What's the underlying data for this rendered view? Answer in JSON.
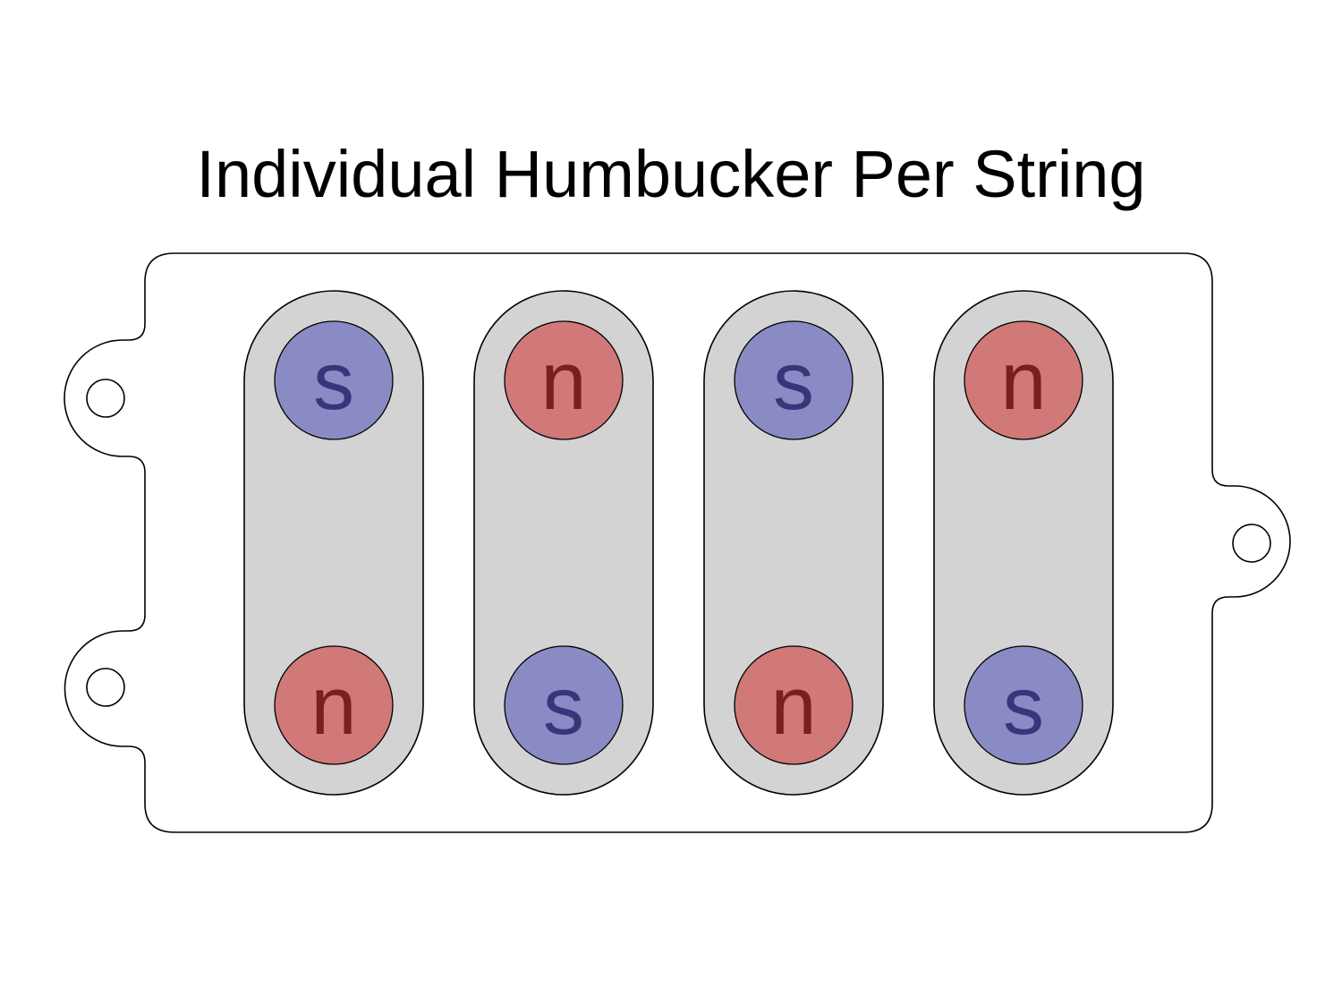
{
  "title": "Individual Humbucker Per String",
  "colors": {
    "background": "#ffffff",
    "outline": "#000000",
    "baseplate_fill": "#ffffff",
    "bobbin_fill": "#d3d3d3",
    "south_fill": "#8a8ac4",
    "south_text": "#36367a",
    "north_fill": "#d17878",
    "north_text": "#7a1f1f"
  },
  "bobbins": [
    {
      "top_pole": "s",
      "bottom_pole": "n"
    },
    {
      "top_pole": "n",
      "bottom_pole": "s"
    },
    {
      "top_pole": "s",
      "bottom_pole": "n"
    },
    {
      "top_pole": "n",
      "bottom_pole": "s"
    }
  ]
}
